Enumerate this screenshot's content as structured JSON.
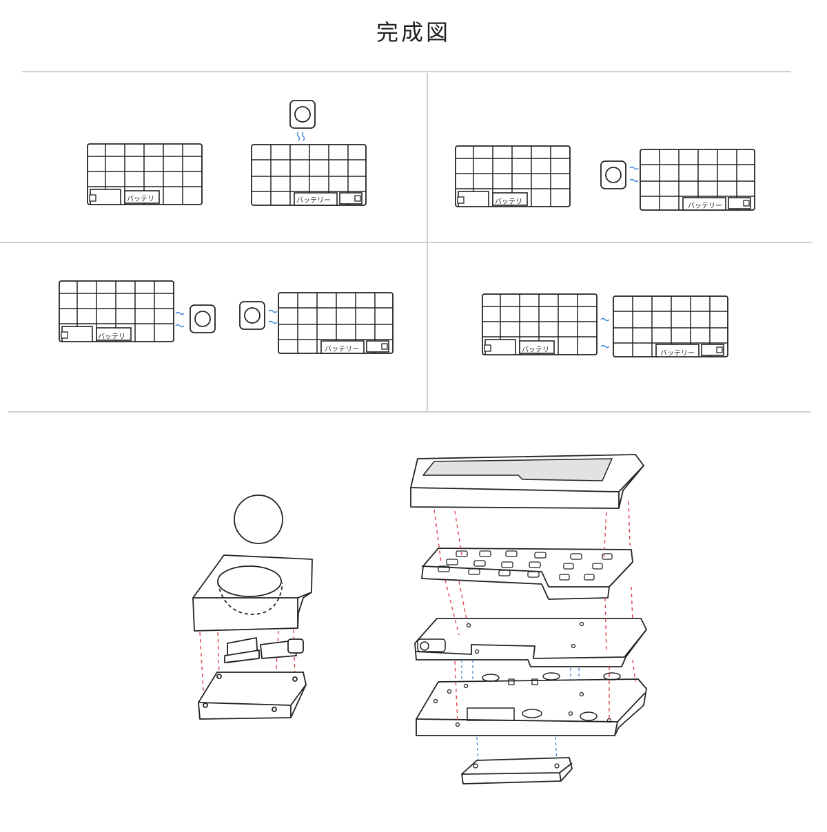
{
  "title": "完成図",
  "labels": {
    "battery_short": "バッテリ",
    "battery_long": "バッテリー"
  },
  "colors": {
    "ink": "#222222",
    "divider": "#cfcfcf",
    "wireless": "#3b82d6",
    "red_guide": "#e0404a",
    "blue_guide": "#3b82d6",
    "shade": "#e2e2e2"
  }
}
